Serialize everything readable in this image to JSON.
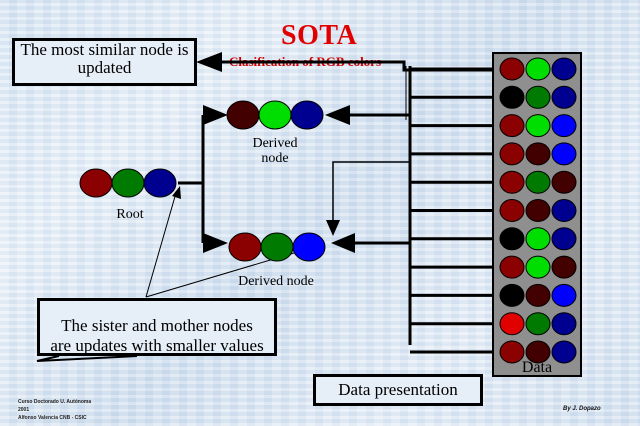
{
  "title": "SOTA",
  "subtitle": "Clasification of RGB colors",
  "callouts": {
    "most_similar": "The most similar node is updated",
    "sister_mother_line1": "The sister and mother nodes",
    "sister_mother_line2": "are updates with smaller values",
    "data_presentation": "Data presentation"
  },
  "labels": {
    "root": "Root",
    "derived_top_line1": "Derived",
    "derived_top_line2": "node",
    "derived_bottom": "Derived node",
    "data": "Data"
  },
  "credits": {
    "line1": "Curso Doctorado U. Autónoma",
    "line2": "2001",
    "line3": "Alfonso Valencia CNB - CSIC",
    "author": "By J. Dopazo"
  },
  "colors": {
    "dark_red": "#8b0000",
    "red": "#e00000",
    "maroon": "#420000",
    "green": "#00dd00",
    "dark_green": "#007a00",
    "blue": "#0000ff",
    "navy": "#000090",
    "black": "#000000",
    "panel": "#8f8f8f"
  },
  "nodes": {
    "root": [
      "dark_red",
      "dark_green",
      "navy"
    ],
    "derived_top": [
      "maroon",
      "green",
      "navy"
    ],
    "derived_bottom": [
      "dark_red",
      "dark_green",
      "blue"
    ]
  },
  "data_rows": [
    [
      "dark_red",
      "green",
      "navy"
    ],
    [
      "black",
      "dark_green",
      "navy"
    ],
    [
      "dark_red",
      "green",
      "blue"
    ],
    [
      "dark_red",
      "maroon",
      "blue"
    ],
    [
      "dark_red",
      "dark_green",
      "maroon"
    ],
    [
      "dark_red",
      "maroon",
      "navy"
    ],
    [
      "black",
      "green",
      "navy"
    ],
    [
      "dark_red",
      "green",
      "maroon"
    ],
    [
      "black",
      "maroon",
      "blue"
    ],
    [
      "red",
      "dark_green",
      "navy"
    ],
    [
      "dark_red",
      "maroon",
      "navy"
    ]
  ]
}
